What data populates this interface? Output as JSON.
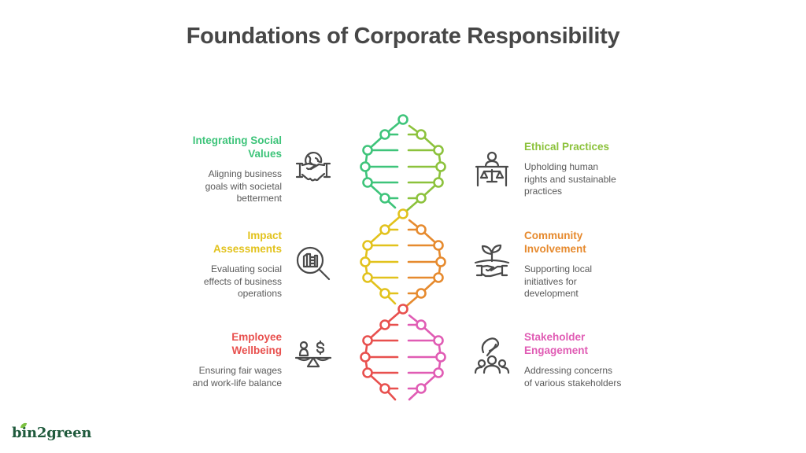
{
  "title": "Foundations of Corporate Responsibility",
  "colors": {
    "title": "#474747",
    "body_text": "#5a5a5a",
    "icon_stroke": "#4a4a4a",
    "integrating": "#3ec47a",
    "ethical": "#8cc23c",
    "impact": "#e2c21c",
    "community": "#e68a2e",
    "employee": "#e8504e",
    "stakeholder": "#e05cb4"
  },
  "items": {
    "integrating": {
      "heading_line1": "Integrating Social",
      "heading_line2": "Values",
      "desc_line1": "Aligning business",
      "desc_line2": "goals with societal",
      "desc_line3": "betterment",
      "icon": "handshake-globe-icon"
    },
    "ethical": {
      "heading_line1": "Ethical Practices",
      "desc_line1": "Upholding human",
      "desc_line2": "rights and sustainable",
      "desc_line3": "practices",
      "icon": "person-scales-icon"
    },
    "impact": {
      "heading_line1": "Impact",
      "heading_line2": "Assessments",
      "desc_line1": "Evaluating social",
      "desc_line2": "effects of business",
      "desc_line3": "operations",
      "icon": "magnifier-buildings-icon"
    },
    "community": {
      "heading_line1": "Community",
      "heading_line2": "Involvement",
      "desc_line1": "Supporting local",
      "desc_line2": "initiatives for",
      "desc_line3": "development",
      "icon": "plant-handshake-icon"
    },
    "employee": {
      "heading_line1": "Employee",
      "heading_line2": "Wellbeing",
      "desc_line1": "Ensuring fair wages",
      "desc_line2": "and work-life balance",
      "icon": "person-dollar-balance-icon"
    },
    "stakeholder": {
      "heading_line1": "Stakeholder",
      "heading_line2": "Engagement",
      "desc_line1": "Addressing concerns",
      "desc_line2": "of various stakeholders",
      "icon": "people-group-icon"
    }
  },
  "logo": {
    "text": "bin2green"
  }
}
